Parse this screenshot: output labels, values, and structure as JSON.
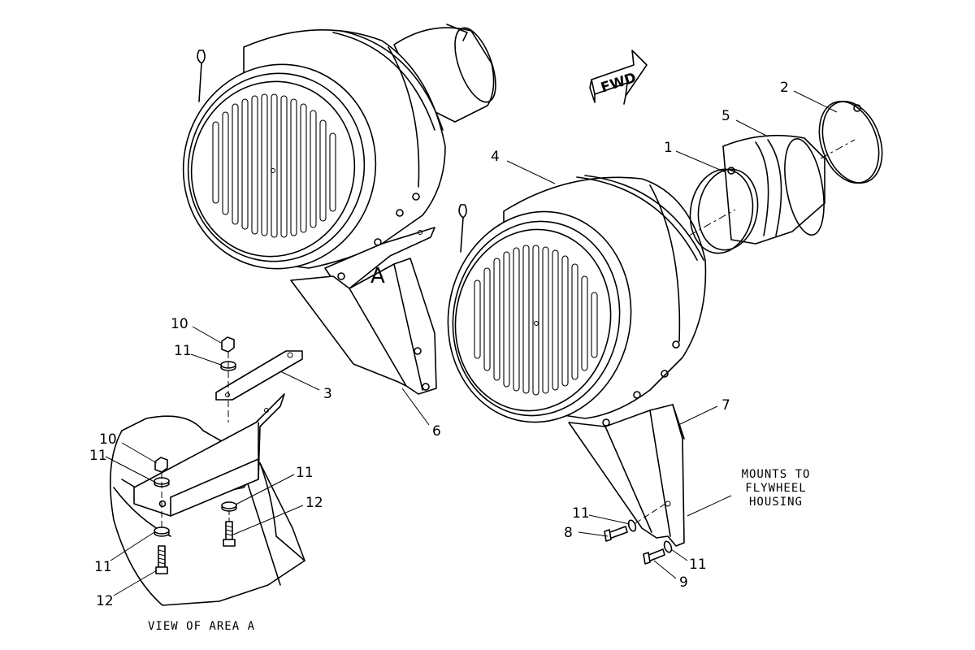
{
  "callouts": {
    "c1": "1",
    "c2": "2",
    "c3": "3",
    "c4": "4",
    "c5": "5",
    "c6": "6",
    "c7": "7",
    "c8": "8",
    "c9": "9",
    "c10a": "10",
    "c10b": "10",
    "c11a": "11",
    "c11b": "11",
    "c11c": "11",
    "c11d": "11",
    "c11e": "11",
    "c11f": "11",
    "c12a": "12",
    "c12b": "12"
  },
  "labels": {
    "fwd": "FWD",
    "area_letter": "A",
    "mounts_line1": "MOUNTS TO",
    "mounts_line2": "FLYWHEEL",
    "mounts_line3": "HOUSING",
    "view_caption": "VIEW OF AREA A"
  }
}
